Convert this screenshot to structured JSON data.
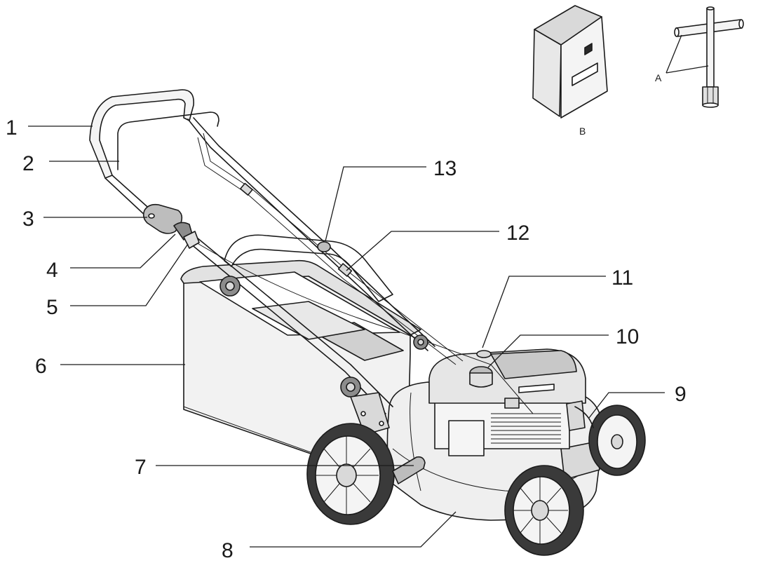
{
  "callouts": [
    {
      "label": "1"
    },
    {
      "label": "2"
    },
    {
      "label": "3"
    },
    {
      "label": "4"
    },
    {
      "label": "5"
    },
    {
      "label": "6"
    },
    {
      "label": "7"
    },
    {
      "label": "8"
    },
    {
      "label": "9"
    },
    {
      "label": "10"
    },
    {
      "label": "11"
    },
    {
      "label": "12"
    },
    {
      "label": "13"
    }
  ],
  "accessories": {
    "bag_label": "B",
    "tool_label": "A"
  },
  "colors": {
    "line": "#1a1a1a",
    "fill_light": "#f2f2f2",
    "fill_mid": "#d9d9d9",
    "fill_dark": "#8c8c8c",
    "background": "#ffffff"
  }
}
